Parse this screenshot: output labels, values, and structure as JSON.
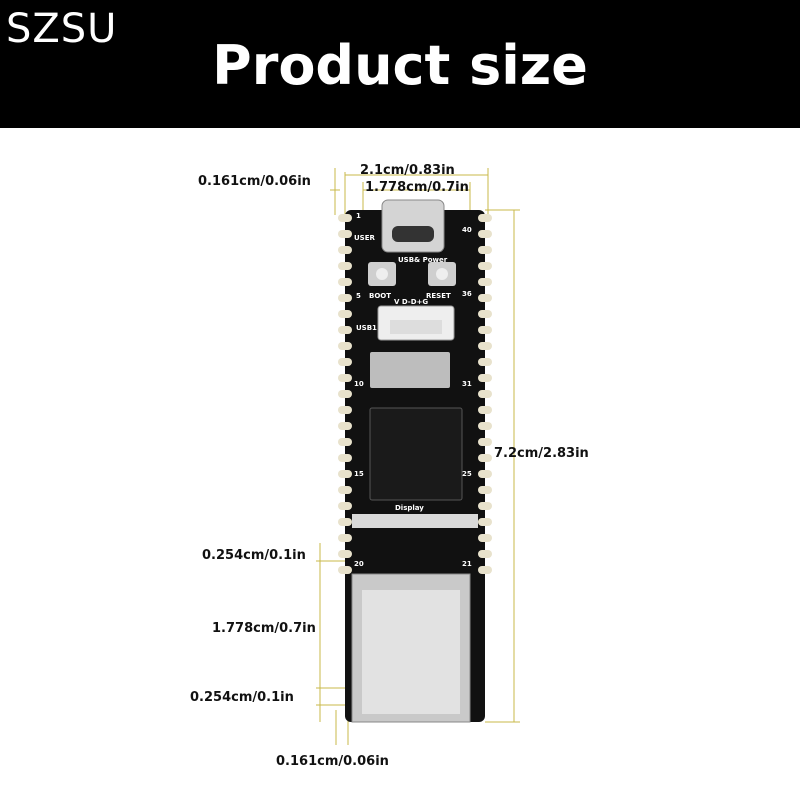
{
  "header": {
    "brand": "SZSU",
    "title": "Product size"
  },
  "dimensions": {
    "pin_offset_top": "0.161cm/0.06in",
    "width_total": "2.1cm/0.83in",
    "usb_width": "1.778cm/0.7in",
    "length": "7.2cm/2.83in",
    "rj45_top_offset": "0.254cm/0.1in",
    "rj45_height": "1.778cm/0.7in",
    "rj45_bottom_offset": "0.254cm/0.1in",
    "pin_offset_bottom": "0.161cm/0.06in"
  },
  "board": {
    "labels": {
      "user": "USER",
      "usb_power": "USB& Power",
      "boot": "BOOT",
      "reset": "RESET",
      "usb1": "USB1",
      "vdd": "V D-D+G",
      "display": "Display",
      "pin1": "1",
      "pin5": "5",
      "pin10": "10",
      "pin15": "15",
      "pin20": "20",
      "pin21": "21",
      "pin25": "25",
      "pin31": "31",
      "pin36": "36",
      "pin40": "40"
    }
  },
  "colors": {
    "banner": "#000000",
    "pcb": "#111111",
    "pad": "#e8e2cc",
    "dimension_line": "#c8b84a"
  }
}
